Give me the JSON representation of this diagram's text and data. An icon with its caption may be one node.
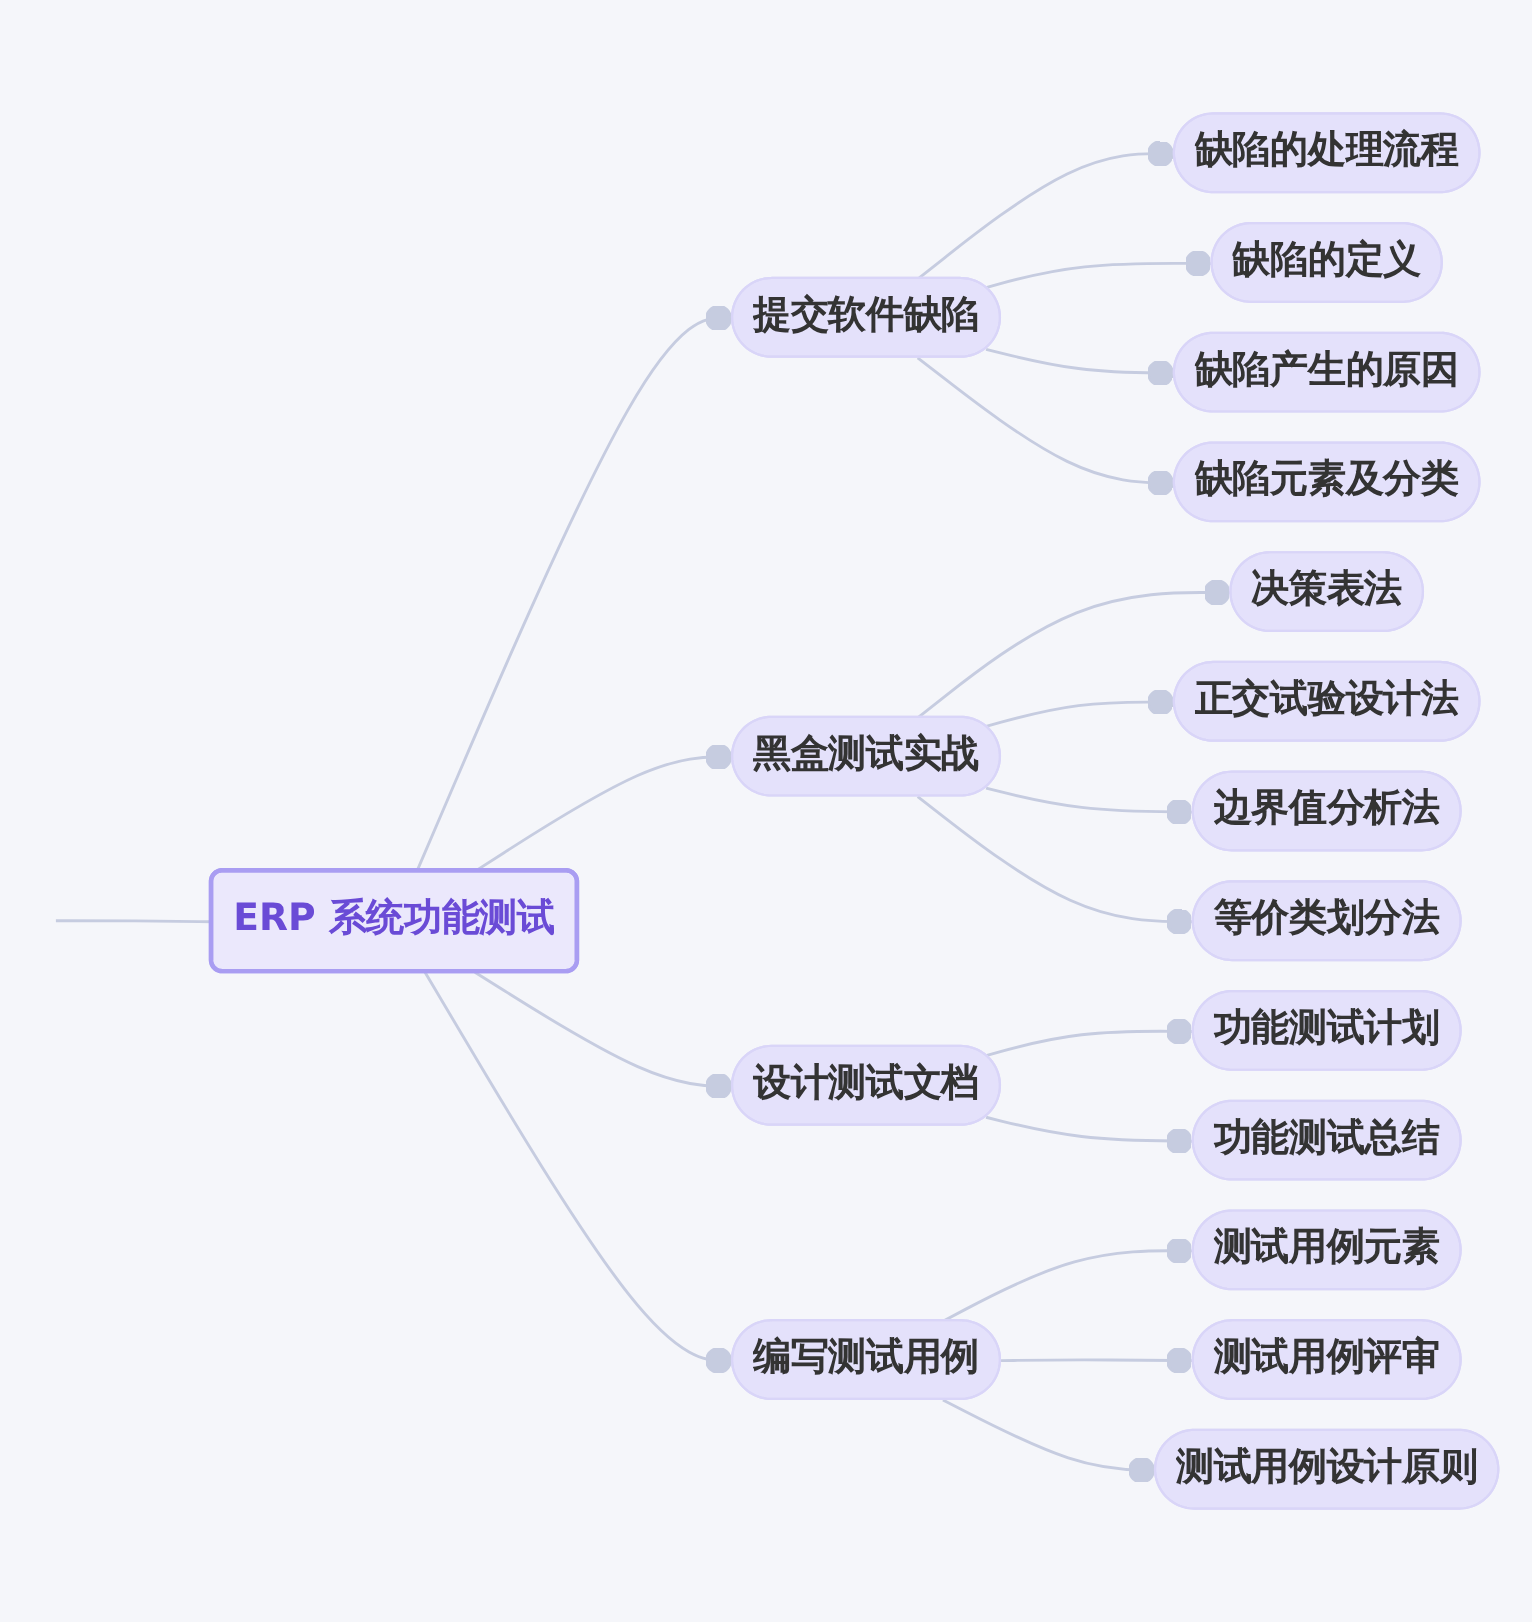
{
  "diagram": {
    "nodes": [
      {
        "text": [
          "ERP 系统功能测试"
        ]
      },
      {
        "text": [
          "提交软件缺陷"
        ]
      },
      {
        "text": [
          "缺陷的处理流程"
        ]
      },
      {
        "text": [
          "缺陷的定义"
        ]
      },
      {
        "text": [
          "缺陷产生的原因"
        ]
      },
      {
        "text": [
          "缺陷元素及分类"
        ]
      },
      {
        "text": [
          "黑盒测试实战"
        ]
      },
      {
        "text": [
          "决策表法"
        ]
      },
      {
        "text": [
          "正交试验设计法"
        ]
      },
      {
        "text": [
          "边界值分析法"
        ]
      },
      {
        "text": [
          "等价类划分法"
        ]
      },
      {
        "text": [
          "设计测试文档"
        ]
      },
      {
        "text": [
          "功能测试计划"
        ]
      },
      {
        "text": [
          "功能测试总结"
        ]
      },
      {
        "text": [
          "编写测试用例"
        ]
      },
      {
        "text": [
          "测试用例元素"
        ]
      },
      {
        "text": [
          "测试用例评审"
        ]
      },
      {
        "text": [
          "测试用例设计原则"
        ]
      }
    ],
    "edges": [
      {
        "from": 0,
        "to": null,
        "arrow": "none"
      },
      {
        "from": 0,
        "to": 1,
        "arrow": "other"
      },
      {
        "from": 0,
        "to": 6,
        "arrow": "other"
      },
      {
        "from": 0,
        "to": 11,
        "arrow": "other"
      },
      {
        "from": 0,
        "to": 14,
        "arrow": "other"
      },
      {
        "from": 1,
        "to": 2,
        "arrow": "other"
      },
      {
        "from": 1,
        "to": 3,
        "arrow": "other"
      },
      {
        "from": 1,
        "to": 4,
        "arrow": "other"
      },
      {
        "from": 1,
        "to": 5,
        "arrow": "other"
      },
      {
        "from": 6,
        "to": 7,
        "arrow": "other"
      },
      {
        "from": 6,
        "to": 8,
        "arrow": "other"
      },
      {
        "from": 6,
        "to": 9,
        "arrow": "other"
      },
      {
        "from": 6,
        "to": 10,
        "arrow": "other"
      },
      {
        "from": 11,
        "to": 12,
        "arrow": "other"
      },
      {
        "from": 11,
        "to": 13,
        "arrow": "other"
      },
      {
        "from": 14,
        "to": 15,
        "arrow": "other"
      },
      {
        "from": 14,
        "to": 16,
        "arrow": "other"
      },
      {
        "from": 14,
        "to": 17,
        "arrow": "other"
      }
    ]
  }
}
